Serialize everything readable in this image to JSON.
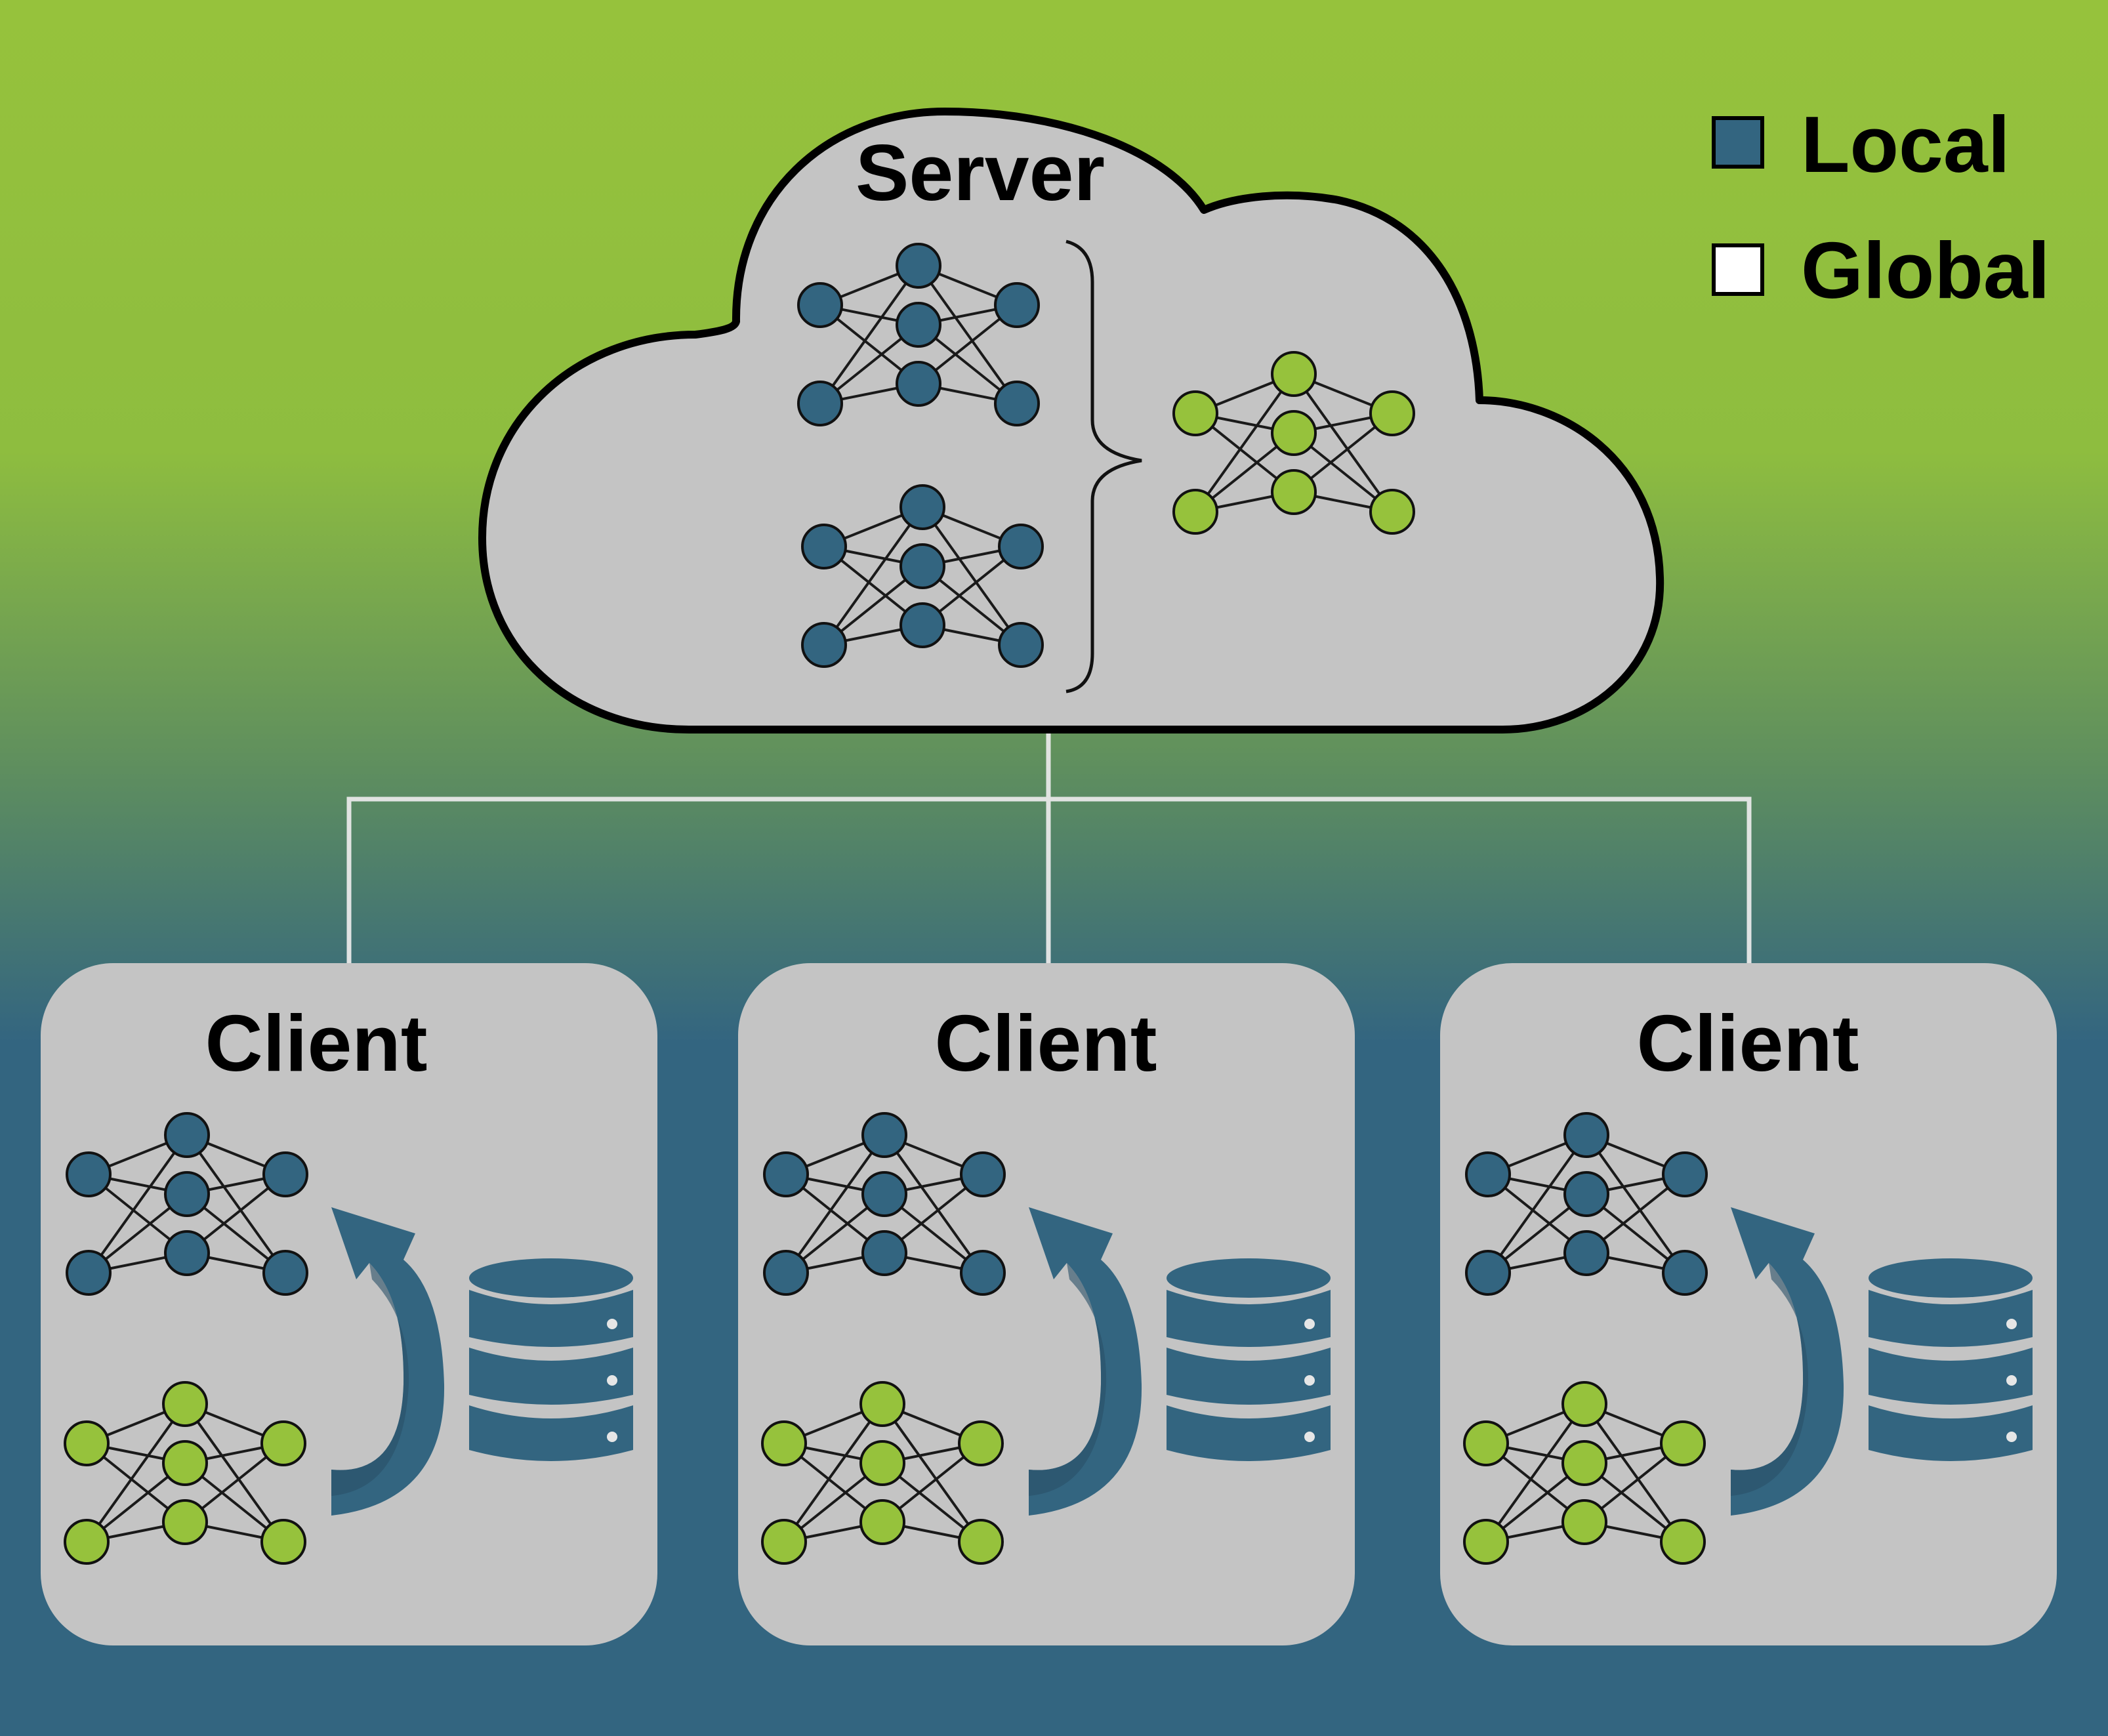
{
  "legend": {
    "items": [
      {
        "label": "Local",
        "color": "#336580"
      },
      {
        "label": "Global",
        "color": "#ffffff"
      }
    ]
  },
  "server": {
    "title": "Server"
  },
  "clients": [
    {
      "title": "Client"
    },
    {
      "title": "Client"
    },
    {
      "title": "Client"
    }
  ],
  "colors": {
    "local_node": "#336580",
    "global_node": "#96c23c",
    "background_top": "#96c23c",
    "background_bottom": "#336580",
    "panel_fill": "#c4c4c4",
    "arrow_fill": "#336580",
    "database_fill": "#336580"
  },
  "icons": {
    "network": "neural-network-icon",
    "database": "database-icon",
    "arrow": "curved-arrow-icon"
  }
}
